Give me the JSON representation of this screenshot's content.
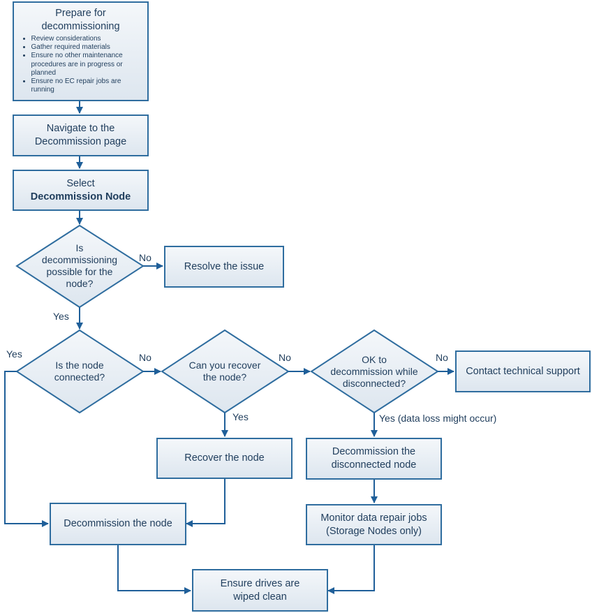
{
  "steps": {
    "prepare": {
      "title_lines": [
        "Prepare for",
        "decommissioning"
      ],
      "bullets": [
        "Review considerations",
        "Gather required materials",
        "Ensure no other maintenance procedures are in progress or planned",
        "Ensure no EC repair jobs are running"
      ]
    },
    "navigate": {
      "lines": [
        "Navigate to the",
        "Decommission page"
      ]
    },
    "select": {
      "line1": "Select",
      "line2": "Decommission Node"
    },
    "resolve": {
      "text": "Resolve the issue"
    },
    "contact": {
      "text": "Contact technical support"
    },
    "recover": {
      "text": "Recover the node"
    },
    "decommission_disconnected": {
      "lines": [
        "Decommission the",
        "disconnected node"
      ]
    },
    "decommission_node": {
      "text": "Decommission the node"
    },
    "monitor": {
      "lines": [
        "Monitor data repair jobs",
        "(Storage Nodes only)"
      ]
    },
    "ensure": {
      "lines": [
        "Ensure drives are",
        "wiped clean"
      ]
    }
  },
  "decisions": {
    "possible": {
      "lines": [
        "Is",
        "decommissioning",
        "possible for the",
        "node?"
      ]
    },
    "connected": {
      "lines": [
        "Is the node",
        "connected?"
      ]
    },
    "recover": {
      "lines": [
        "Can you recover",
        "the node?"
      ]
    },
    "ok_disconnected": {
      "lines": [
        "OK to",
        "decommission while",
        "disconnected?"
      ]
    }
  },
  "labels": {
    "possible_no": "No",
    "possible_yes": "Yes",
    "connected_yes": "Yes",
    "connected_no": "No",
    "recover_no": "No",
    "recover_yes": "Yes",
    "ok_no": "No",
    "ok_yes": "Yes (data loss might occur)"
  },
  "colors": {
    "border": "#2f6d9f",
    "arrow": "#1f5f99",
    "box_top": "#f4f7fa",
    "box_bottom": "#dde6ef",
    "text": "#1f3d5c"
  }
}
